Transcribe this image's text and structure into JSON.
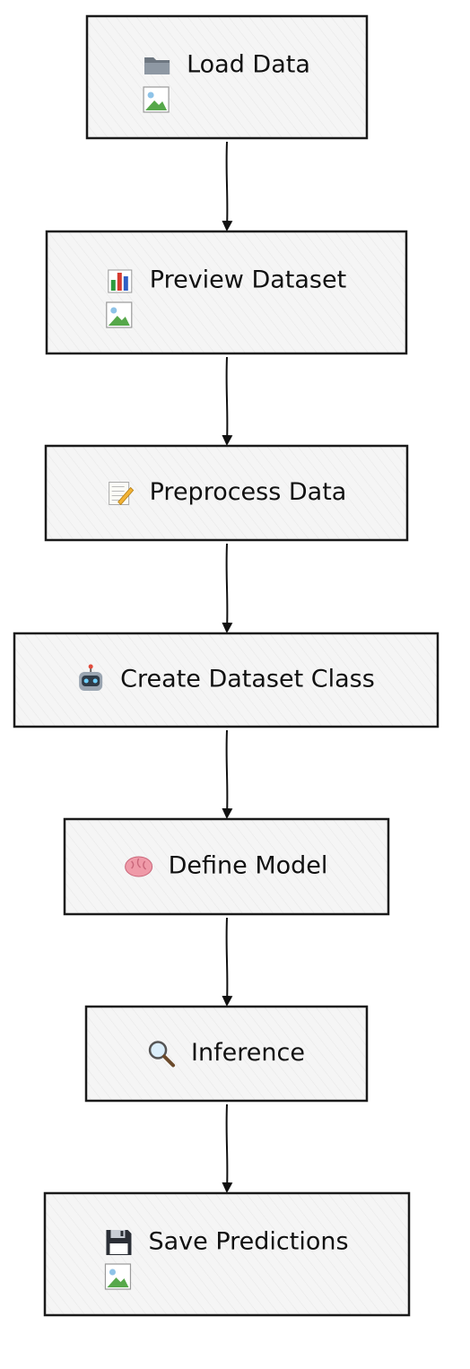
{
  "diagram": {
    "type": "flowchart",
    "direction": "top-to-bottom",
    "colors": {
      "node_fill": "#f5f5f5",
      "node_stroke": "#1a1a1a",
      "text": "#111111",
      "edge": "#111111"
    },
    "nodes": [
      {
        "id": "load",
        "icon": "folder-icon",
        "label": "Load Data",
        "has_image_placeholder": true
      },
      {
        "id": "preview",
        "icon": "bar-chart-icon",
        "label": "Preview Dataset",
        "has_image_placeholder": true
      },
      {
        "id": "preprocess",
        "icon": "memo-icon",
        "label": "Preprocess Data",
        "has_image_placeholder": false
      },
      {
        "id": "dataset-class",
        "icon": "robot-icon",
        "label": "Create Dataset Class",
        "has_image_placeholder": false
      },
      {
        "id": "model",
        "icon": "brain-icon",
        "label": "Define Model",
        "has_image_placeholder": false
      },
      {
        "id": "inference",
        "icon": "magnifier-icon",
        "label": "Inference",
        "has_image_placeholder": false
      },
      {
        "id": "save",
        "icon": "floppy-disk-icon",
        "label": "Save Predictions",
        "has_image_placeholder": true
      }
    ],
    "edges": [
      {
        "from": "load",
        "to": "preview"
      },
      {
        "from": "preview",
        "to": "preprocess"
      },
      {
        "from": "preprocess",
        "to": "dataset-class"
      },
      {
        "from": "dataset-class",
        "to": "model"
      },
      {
        "from": "model",
        "to": "inference"
      },
      {
        "from": "inference",
        "to": "save"
      }
    ]
  }
}
